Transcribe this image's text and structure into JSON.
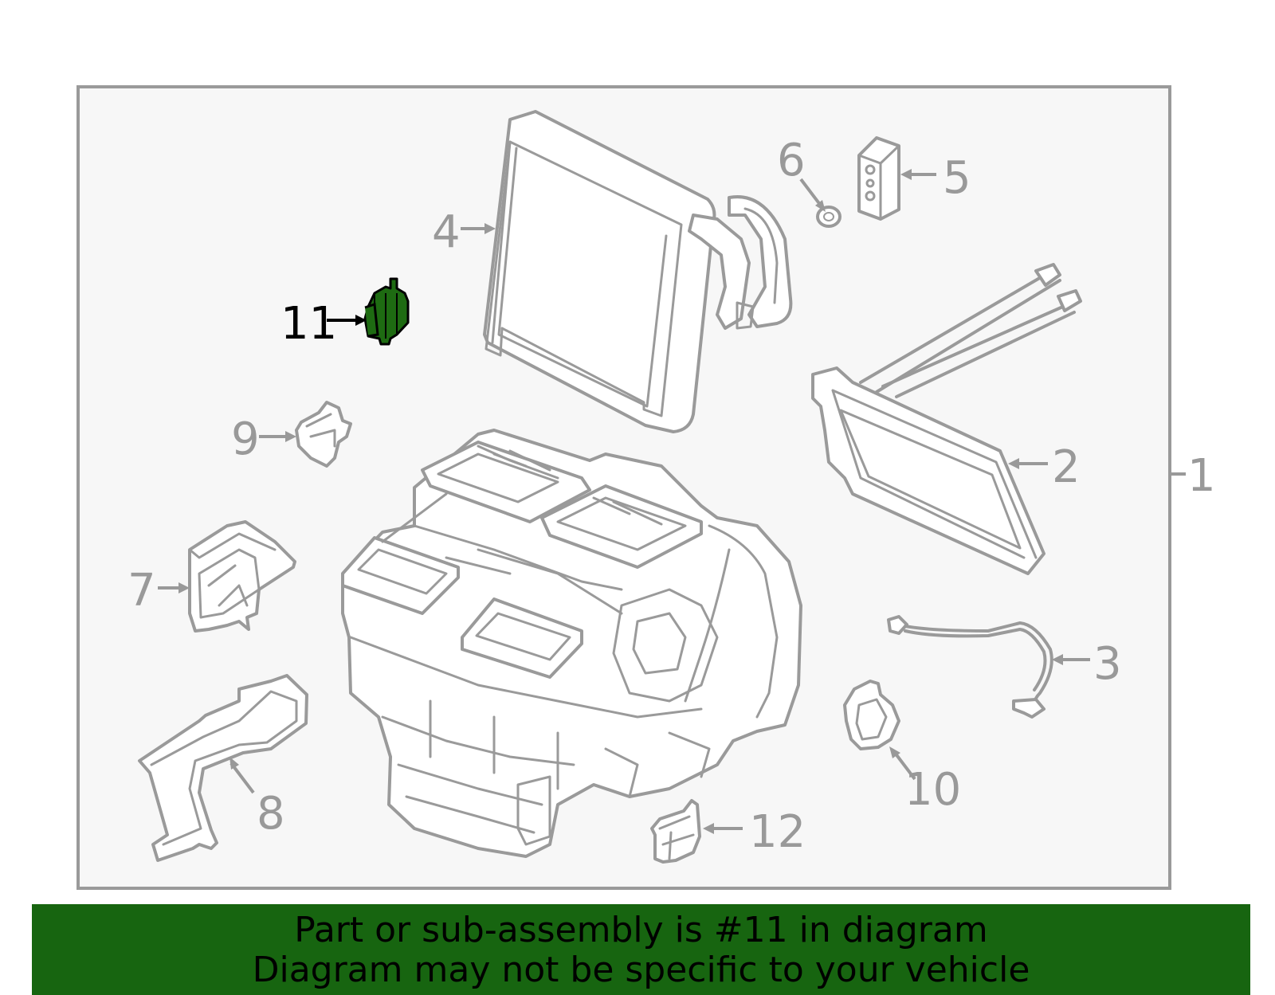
{
  "diagram": {
    "highlighted_part": "11",
    "highlight_color": "#1e6b12",
    "labels": [
      "1",
      "2",
      "3",
      "4",
      "5",
      "6",
      "7",
      "8",
      "9",
      "10",
      "11",
      "12"
    ]
  },
  "banner": {
    "background": "#176510",
    "line1": "Part or sub-assembly is #11 in diagram",
    "line2": "Diagram may not be specific to your vehicle"
  }
}
